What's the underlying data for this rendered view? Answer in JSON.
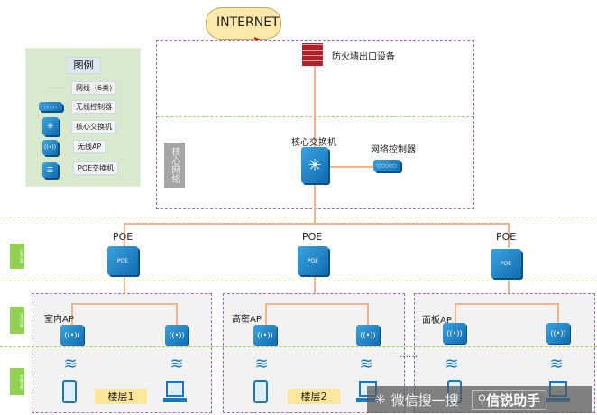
{
  "internet": "INTERNET",
  "core_zone": {
    "label": "核心网络",
    "firewall_label": "防火墙出口设备",
    "core_switch_label": "核心交换机",
    "controller_label": "网络控制器"
  },
  "legend": {
    "title": "图例",
    "items": [
      {
        "label": "网线（6类)",
        "icon": "cable-line"
      },
      {
        "label": "无线控制器",
        "icon": "wireless-controller-icon"
      },
      {
        "label": "核心交换机",
        "icon": "core-switch-icon"
      },
      {
        "label": "无线AP",
        "icon": "wireless-ap-icon"
      },
      {
        "label": "POE交换机",
        "icon": "poe-switch-icon"
      }
    ]
  },
  "layers": [
    "汇聚设备",
    "无线设备",
    "终端设备"
  ],
  "poe": [
    "POE",
    "POE",
    "POE"
  ],
  "poe_icon_text": "POE",
  "floors": [
    {
      "ap_label": "室内AP",
      "floor_label": "楼层1"
    },
    {
      "ap_label": "高密AP",
      "floor_label": "楼层2"
    },
    {
      "ap_label": "面板AP",
      "floor_label": ""
    }
  ],
  "ellipsis": "……",
  "watermark": {
    "left": "微信搜一搜",
    "right": "信锐助手"
  },
  "colors": {
    "accent": "#1a78c2",
    "wan_link": "#e00000",
    "cable": "#f4b48a",
    "layer_divider": "#a6d06a",
    "zone_border": "#9a6cc8"
  }
}
